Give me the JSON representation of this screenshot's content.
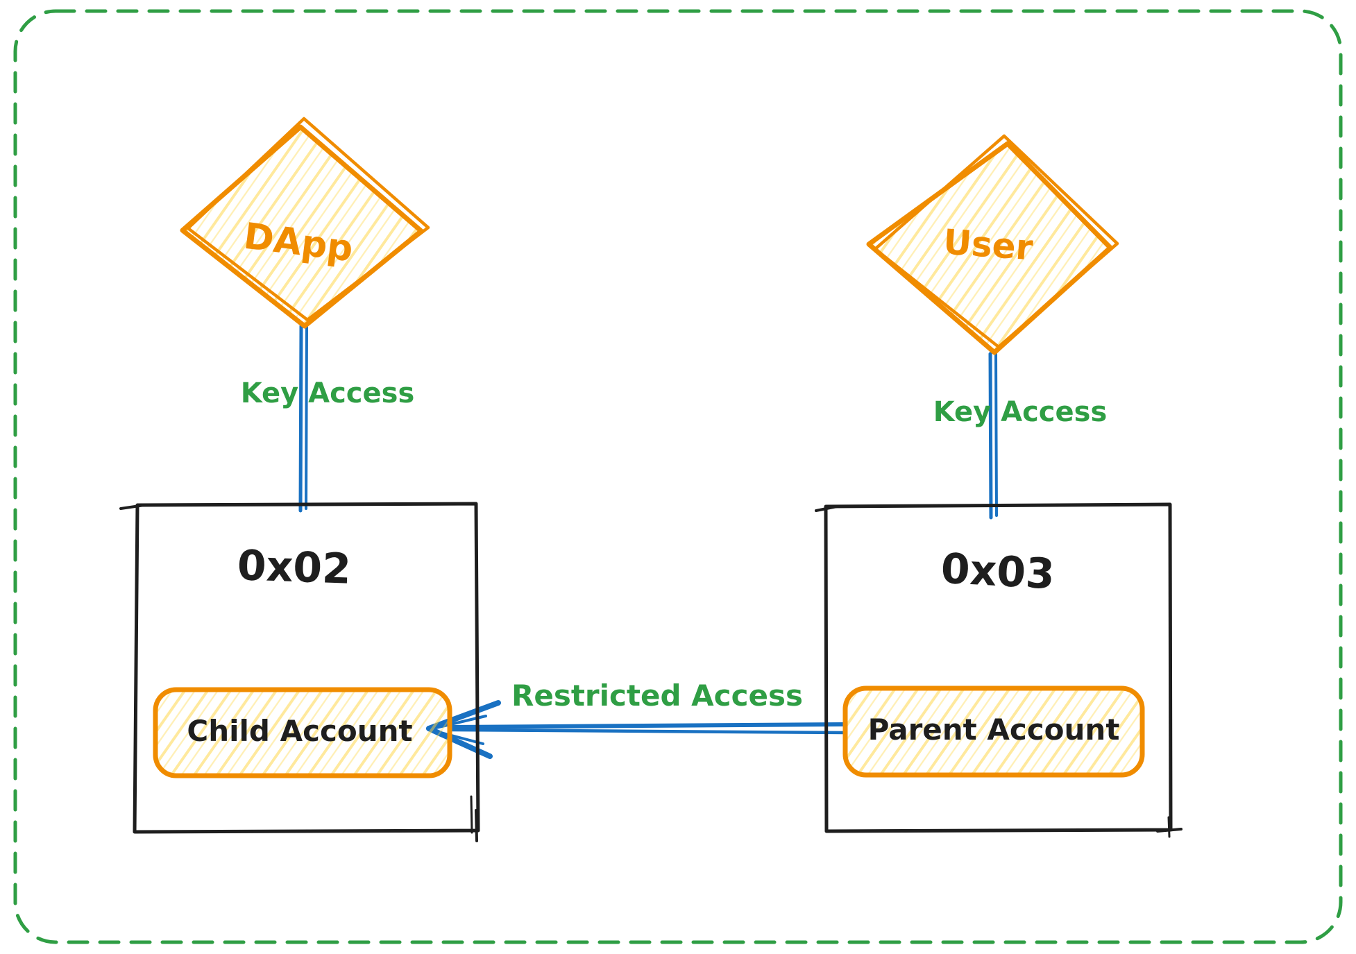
{
  "colors": {
    "green": "#2f9e44",
    "orange": "#f08c00",
    "yellow_hatch": "#ffd43b",
    "blue": "#1971c2",
    "ink": "#1e1e1e",
    "background": "#ffffff"
  },
  "nodes": {
    "dapp": {
      "label": "DApp",
      "shape": "diamond"
    },
    "user": {
      "label": "User",
      "shape": "diamond"
    },
    "left_box": {
      "title": "0x02"
    },
    "right_box": {
      "title": "0x03"
    },
    "child_account": {
      "label": "Child Account"
    },
    "parent_account": {
      "label": "Parent Account"
    }
  },
  "edges": {
    "dapp_to_left": {
      "label": "Key Access"
    },
    "user_to_right": {
      "label": "Key Access"
    },
    "parent_to_child": {
      "label": "Restricted Access"
    }
  }
}
